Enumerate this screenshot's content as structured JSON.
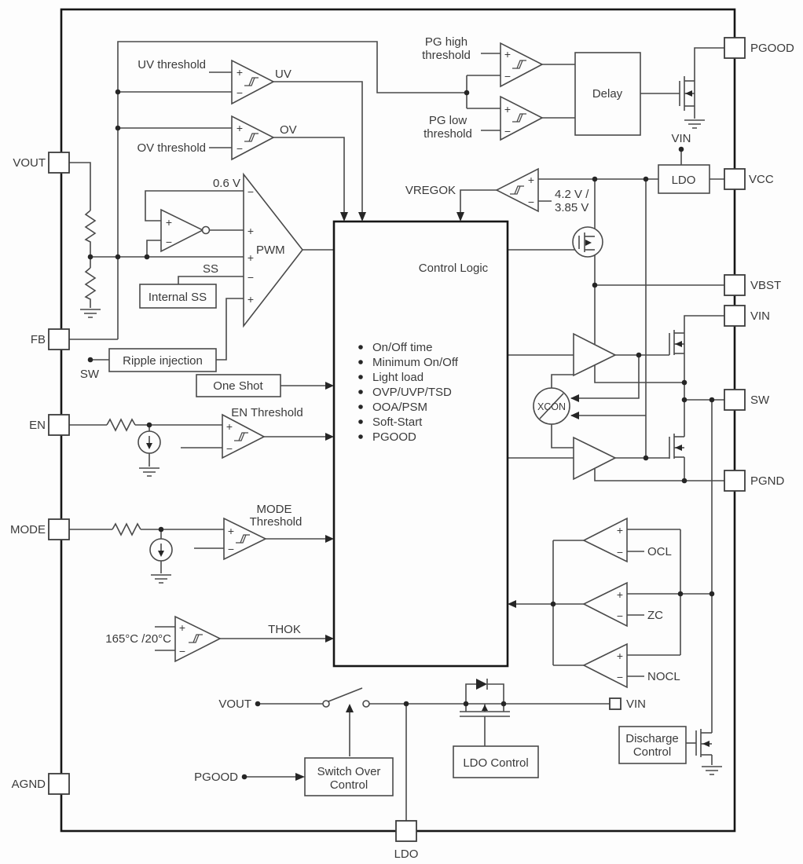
{
  "pins": {
    "vout": "VOUT",
    "fb": "FB",
    "en": "EN",
    "mode": "MODE",
    "agnd": "AGND",
    "pgood": "PGOOD",
    "vcc": "VCC",
    "vbst": "VBST",
    "vin": "VIN",
    "sw": "SW",
    "pgnd": "PGND",
    "ldo": "LDO"
  },
  "top": {
    "uv_threshold": "UV threshold",
    "uv": "UV",
    "ov_threshold": "OV threshold",
    "ov": "OV",
    "pg_high_line1": "PG high",
    "pg_high_line2": "threshold",
    "pg_low_line1": "PG low",
    "pg_low_line2": "threshold",
    "delay": "Delay",
    "vin_feed": "VIN",
    "ldo_box": "LDO",
    "vregok": "VREGOK",
    "vcc_threshold_line1": "4.2 V /",
    "vcc_threshold_line2": "3.85 V"
  },
  "pwm": {
    "vref": "0.6 V",
    "label": "PWM",
    "ss": "SS",
    "internal_ss": "Internal SS",
    "ripple_injection": "Ripple injection",
    "sw_tap": "SW",
    "one_shot": "One Shot"
  },
  "inputs": {
    "en_threshold": "EN Threshold",
    "mode_threshold_line1": "MODE",
    "mode_threshold_line2": "Threshold",
    "temp_threshold": "165°C /20°C",
    "thok": "THOK"
  },
  "control_logic": {
    "title": "Control Logic",
    "items": [
      "On/Off time",
      "Minimum On/Off",
      "Light load",
      "OVP/UVP/TSD",
      "OOA/PSM",
      "Soft-Start",
      "PGOOD"
    ]
  },
  "power_stage": {
    "xcon": "XCON",
    "ocl": "OCL",
    "zc": "ZC",
    "nocl": "NOCL"
  },
  "bottom": {
    "vout_tap": "VOUT",
    "pgood_tap": "PGOOD",
    "switch_over_line1": "Switch Over",
    "switch_over_line2": "Control",
    "ldo_control": "LDO Control",
    "vin_tap": "VIN",
    "discharge_line1": "Discharge",
    "discharge_line2": "Control",
    "ldo_pin_label": "LDO"
  },
  "signs": {
    "plus": "+",
    "minus": "−"
  }
}
